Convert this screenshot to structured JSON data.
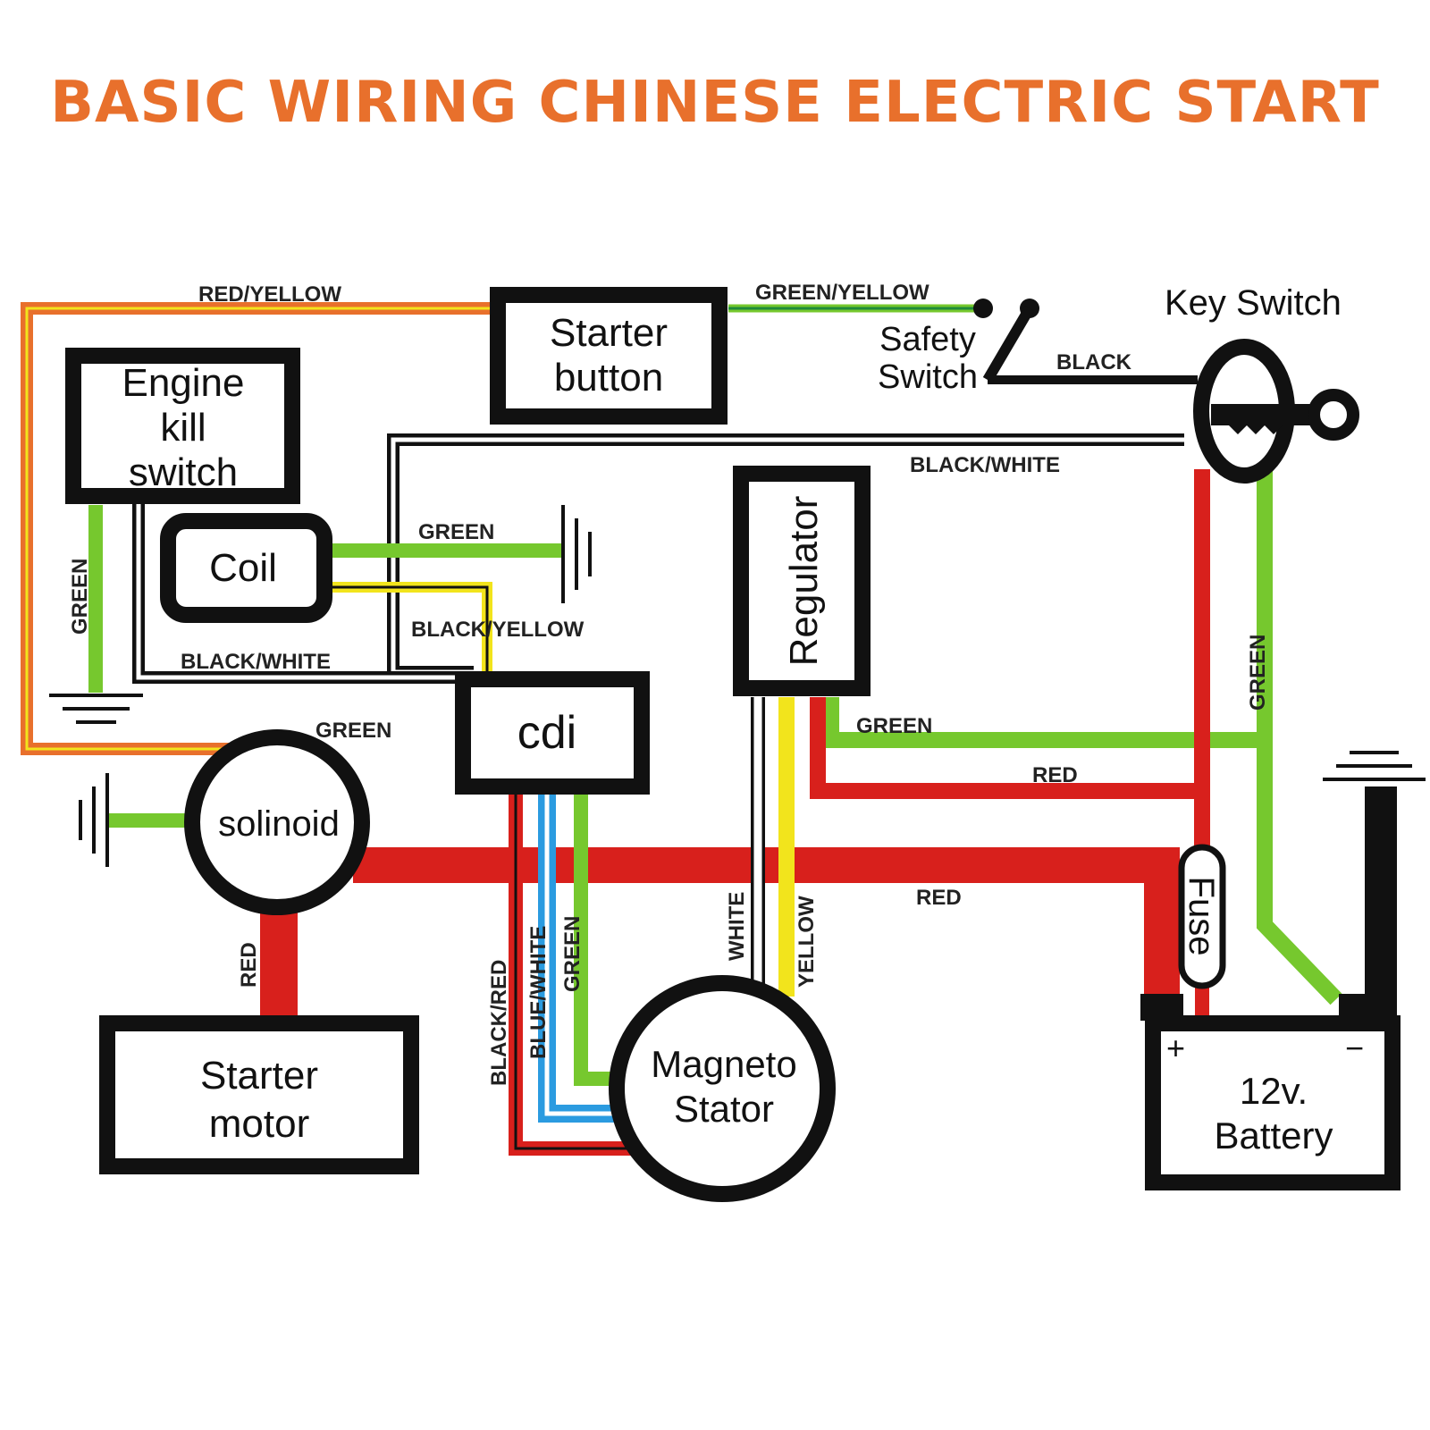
{
  "title": "BASIC WIRING CHINESE ELECTRIC START",
  "colors": {
    "title": "#e8702c",
    "red": "#d8201c",
    "green": "#76c82e",
    "yellow": "#f2e41c",
    "blue": "#2b9be0",
    "black": "#111111",
    "orange": "#e8702c"
  },
  "components": {
    "starter_button": [
      "Starter",
      "button"
    ],
    "engine_kill_switch": [
      "Engine",
      "kill",
      "switch"
    ],
    "coil": "Coil",
    "cdi": "cdi",
    "regulator": "Regulator",
    "key_switch": "Key Switch",
    "safety_switch": [
      "Safety",
      "Switch"
    ],
    "solinoid": "solinoid",
    "starter_motor": [
      "Starter",
      "motor"
    ],
    "magneto_stator": [
      "Magneto",
      "Stator"
    ],
    "fuse": "Fuse",
    "battery": [
      "12v.",
      "Battery"
    ],
    "battery_plus": "+",
    "battery_minus": "−"
  },
  "wire_labels": {
    "red_yellow": "RED/YELLOW",
    "green_yellow": "GREEN/YELLOW",
    "black": "BLACK",
    "black_white_top": "BLACK/WHITE",
    "green_coil": "GREEN",
    "black_yellow": "BLACK/YELLOW",
    "black_white_left": "BLACK/WHITE",
    "green_kill": "GREEN",
    "green_solinoid": "GREEN",
    "green_regulator": "GREEN",
    "red_regulator": "RED",
    "red_main": "RED",
    "green_key": "GREEN",
    "red_starter": "RED",
    "black_red": "BLACK/RED",
    "blue_white": "BLUE/WHITE",
    "green_stator": "GREEN",
    "white": "WHITE",
    "yellow": "YELLOW"
  }
}
